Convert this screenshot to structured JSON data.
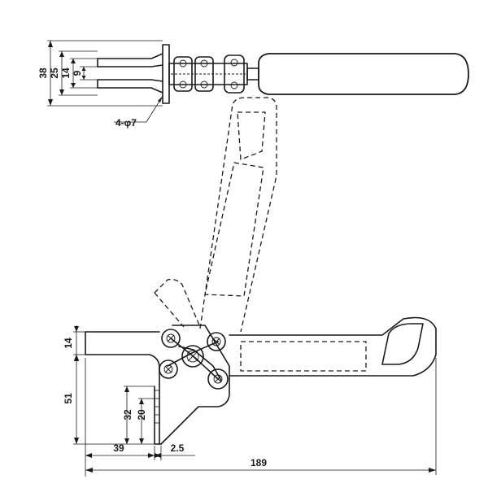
{
  "dimensions": {
    "top_view": {
      "overall_height": "38",
      "outer_slot": "25",
      "slot_spacing": "14",
      "slot_width": "9",
      "holes": "4-φ7"
    },
    "side_view": {
      "arm_height": "14",
      "base_height": "51",
      "mount_height": "32",
      "mount_offset": "20",
      "base_length": "39",
      "plate_thickness": "2.5",
      "overall_length": "189"
    }
  }
}
